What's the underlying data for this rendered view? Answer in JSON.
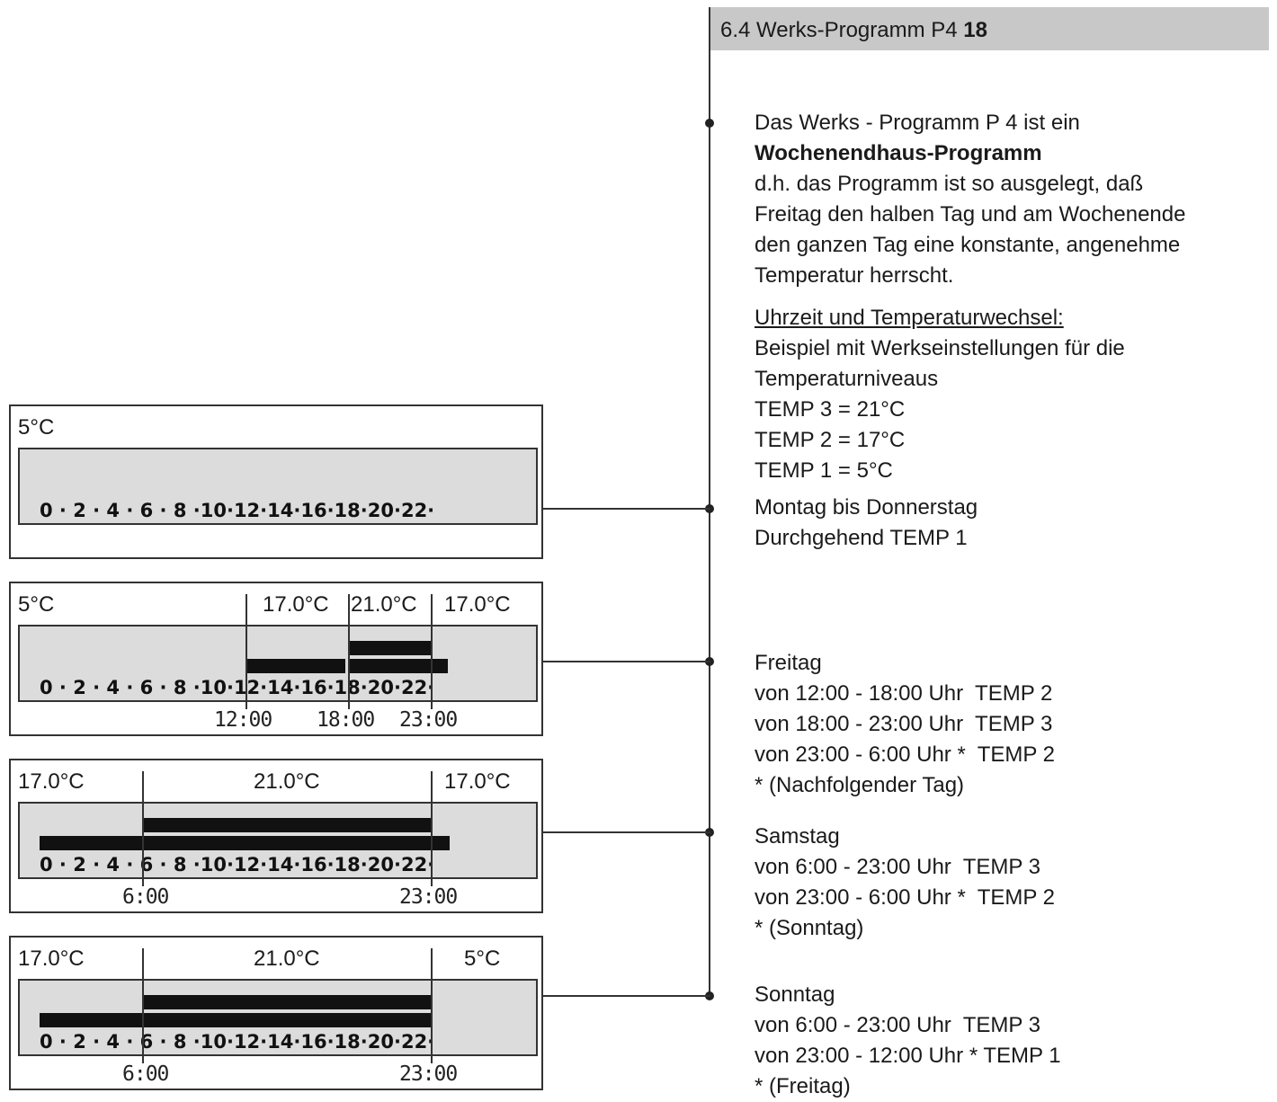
{
  "header": {
    "section": "6.4 Werks-Programm P4",
    "page_number": "18"
  },
  "intro": {
    "line1": "Das Werks - Programm P 4 ist ein",
    "title": "Wochenendhaus-Programm",
    "line3": "d.h. das Programm ist so ausgelegt, daß",
    "line4": "Freitag den halben Tag und am Wochenende",
    "line5": "den ganzen Tag eine konstante, angenehme",
    "line6": "Temperatur herrscht."
  },
  "levels": {
    "heading": "Uhrzeit und Temperaturwechsel:",
    "line1": "Beispiel mit Werkseinstellungen für die",
    "line2": "Temperaturniveaus",
    "temp3": "TEMP 3 = 21°C",
    "temp2": "TEMP 2 = 17°C",
    "temp1": "TEMP 1 = 5°C"
  },
  "monday": {
    "title": "Montag bis Donnerstag",
    "line1": "Durchgehend TEMP 1"
  },
  "friday": {
    "title": "Freitag",
    "line1": "von 12:00 - 18:00 Uhr  TEMP 2",
    "line2": "von 18:00 - 23:00 Uhr  TEMP 3",
    "line3": "von 23:00 - 6:00 Uhr *  TEMP 2",
    "note": "* (Nachfolgender Tag)"
  },
  "saturday": {
    "title": "Samstag",
    "line1": "von 6:00 - 23:00 Uhr  TEMP 3",
    "line2": "von 23:00 - 6:00 Uhr *  TEMP 2",
    "note": "* (Sonntag)"
  },
  "sunday": {
    "title": "Sonntag",
    "line1": "von 6:00 - 23:00 Uhr  TEMP 3",
    "line2": "von 23:00 - 12:00 Uhr * TEMP 1",
    "note": "* (Freitag)"
  },
  "timeline_text": "0 · 2 · 4 · 6 · 8 ·10·12·14·16·18·20·22·",
  "panels": {
    "p1": {
      "temp_left": "5°C"
    },
    "p2": {
      "temp_left": "5°C",
      "temp_a": "17.0°C",
      "temp_b": "21.0°C",
      "temp_c": "17.0°C",
      "time_a": "12:00",
      "time_b": "18:00",
      "time_c": "23:00"
    },
    "p3": {
      "temp_left": "17.0°C",
      "temp_mid": "21.0°C",
      "temp_right": "17.0°C",
      "time_a": "6:00",
      "time_b": "23:00"
    },
    "p4": {
      "temp_left": "17.0°C",
      "temp_mid": "21.0°C",
      "temp_right": "5°C",
      "time_a": "6:00",
      "time_b": "23:00"
    }
  }
}
